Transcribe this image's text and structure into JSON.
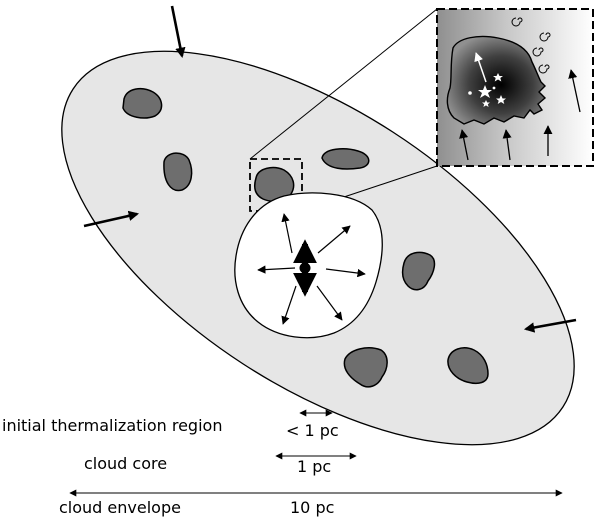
{
  "colors": {
    "envelope_fill": "#e6e6e6",
    "clump_fill": "#6e6e6e",
    "core_fill": "#ffffff",
    "stroke": "#000000"
  },
  "labels": {
    "thermalization_region": "initial thermalization region",
    "thermalization_scale": "< 1 pc",
    "cloud_core": "cloud core",
    "cloud_core_scale": "1 pc",
    "cloud_envelope": "cloud envelope",
    "cloud_envelope_scale": "10 pc"
  },
  "icons": {
    "stars": "star-icon",
    "turbulence": "spiral-icon"
  }
}
